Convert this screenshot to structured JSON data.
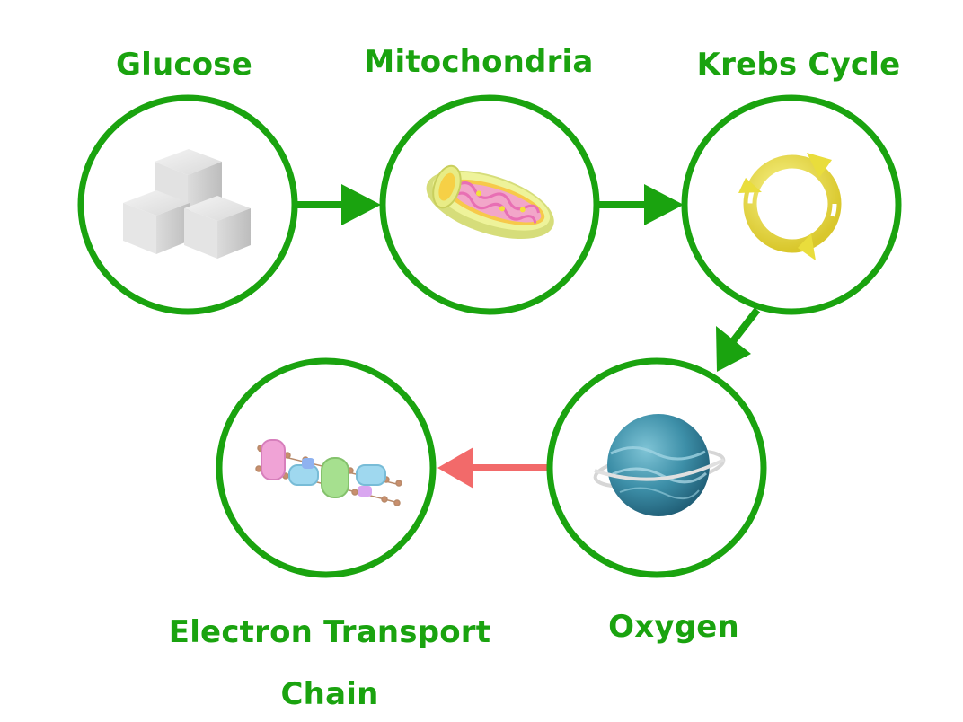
{
  "colors": {
    "ring": "#1aa30f",
    "arrow_green": "#1aa30f",
    "arrow_red": "#f26a6a"
  },
  "diagram": {
    "nodes": [
      {
        "id": "glucose",
        "label": "Glucose",
        "icon": "sugar-cubes-icon"
      },
      {
        "id": "mitochondria",
        "label": "Mitochondria",
        "icon": "mitochondrion-icon"
      },
      {
        "id": "krebs",
        "label": "Krebs Cycle",
        "icon": "cycle-arrows-icon"
      },
      {
        "id": "oxygen",
        "label": "Oxygen",
        "icon": "oxygen-sphere-icon"
      },
      {
        "id": "etc",
        "label_line1": "Electron Transport",
        "label_line2": "Chain",
        "icon": "membrane-proteins-icon"
      }
    ],
    "edges": [
      {
        "from": "glucose",
        "to": "mitochondria",
        "color": "green"
      },
      {
        "from": "mitochondria",
        "to": "krebs",
        "color": "green"
      },
      {
        "from": "krebs",
        "to": "oxygen",
        "color": "green"
      },
      {
        "from": "oxygen",
        "to": "etc",
        "color": "red"
      }
    ]
  }
}
